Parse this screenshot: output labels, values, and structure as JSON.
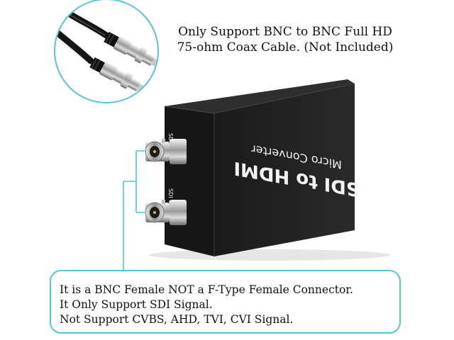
{
  "top_caption": {
    "line1": "Only Support BNC to BNC Full HD",
    "line2": "75-ohm Coax Cable. (Not Included)"
  },
  "device": {
    "label_line1": "SDI to HDMI",
    "label_line2": "Micro Converter",
    "port_top_label": "SDI IN",
    "port_bottom_label": "SDI OUT",
    "body_color": "#1c1c1c"
  },
  "note_box": {
    "lines": [
      "It is a BNC Female NOT a F-Type Female Connector.",
      "It Only Support SDI Signal.",
      "Not Support CVBS, AHD, TVI, CVI Signal."
    ],
    "border_color": "#57c6d4"
  }
}
